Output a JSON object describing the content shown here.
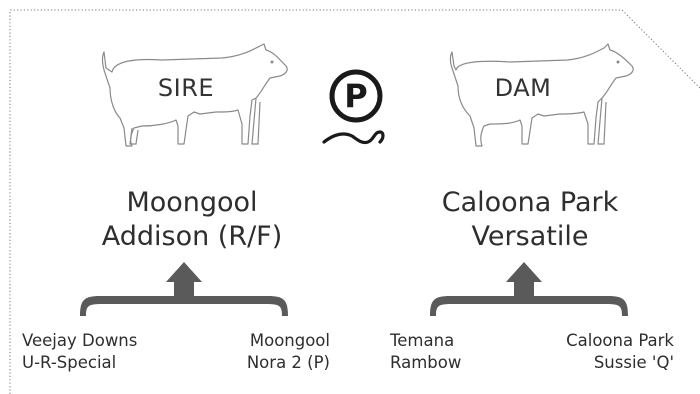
{
  "sire": {
    "tag": "SIRE",
    "name_line1": "Moongool",
    "name_line2": "Addison (R/F)",
    "grandsire": {
      "line1": "Veejay Downs",
      "line2": "U-R-Special"
    },
    "granddam": {
      "line1": "Moongool",
      "line2": "Nora 2 (P)"
    }
  },
  "dam": {
    "tag": "DAM",
    "name_line1": "Caloona Park",
    "name_line2": "Versatile",
    "grandsire": {
      "line1": "Temana",
      "line2": "Rambow"
    },
    "granddam": {
      "line1": "Caloona Park",
      "line2": "Sussie 'Q'"
    }
  },
  "polled_logo": {
    "letter": "P",
    "icon": "polled-p-icon"
  },
  "colors": {
    "ink": "#2a2a2a",
    "arrow": "#5a5a5a",
    "outline": "#8a8a8a"
  }
}
